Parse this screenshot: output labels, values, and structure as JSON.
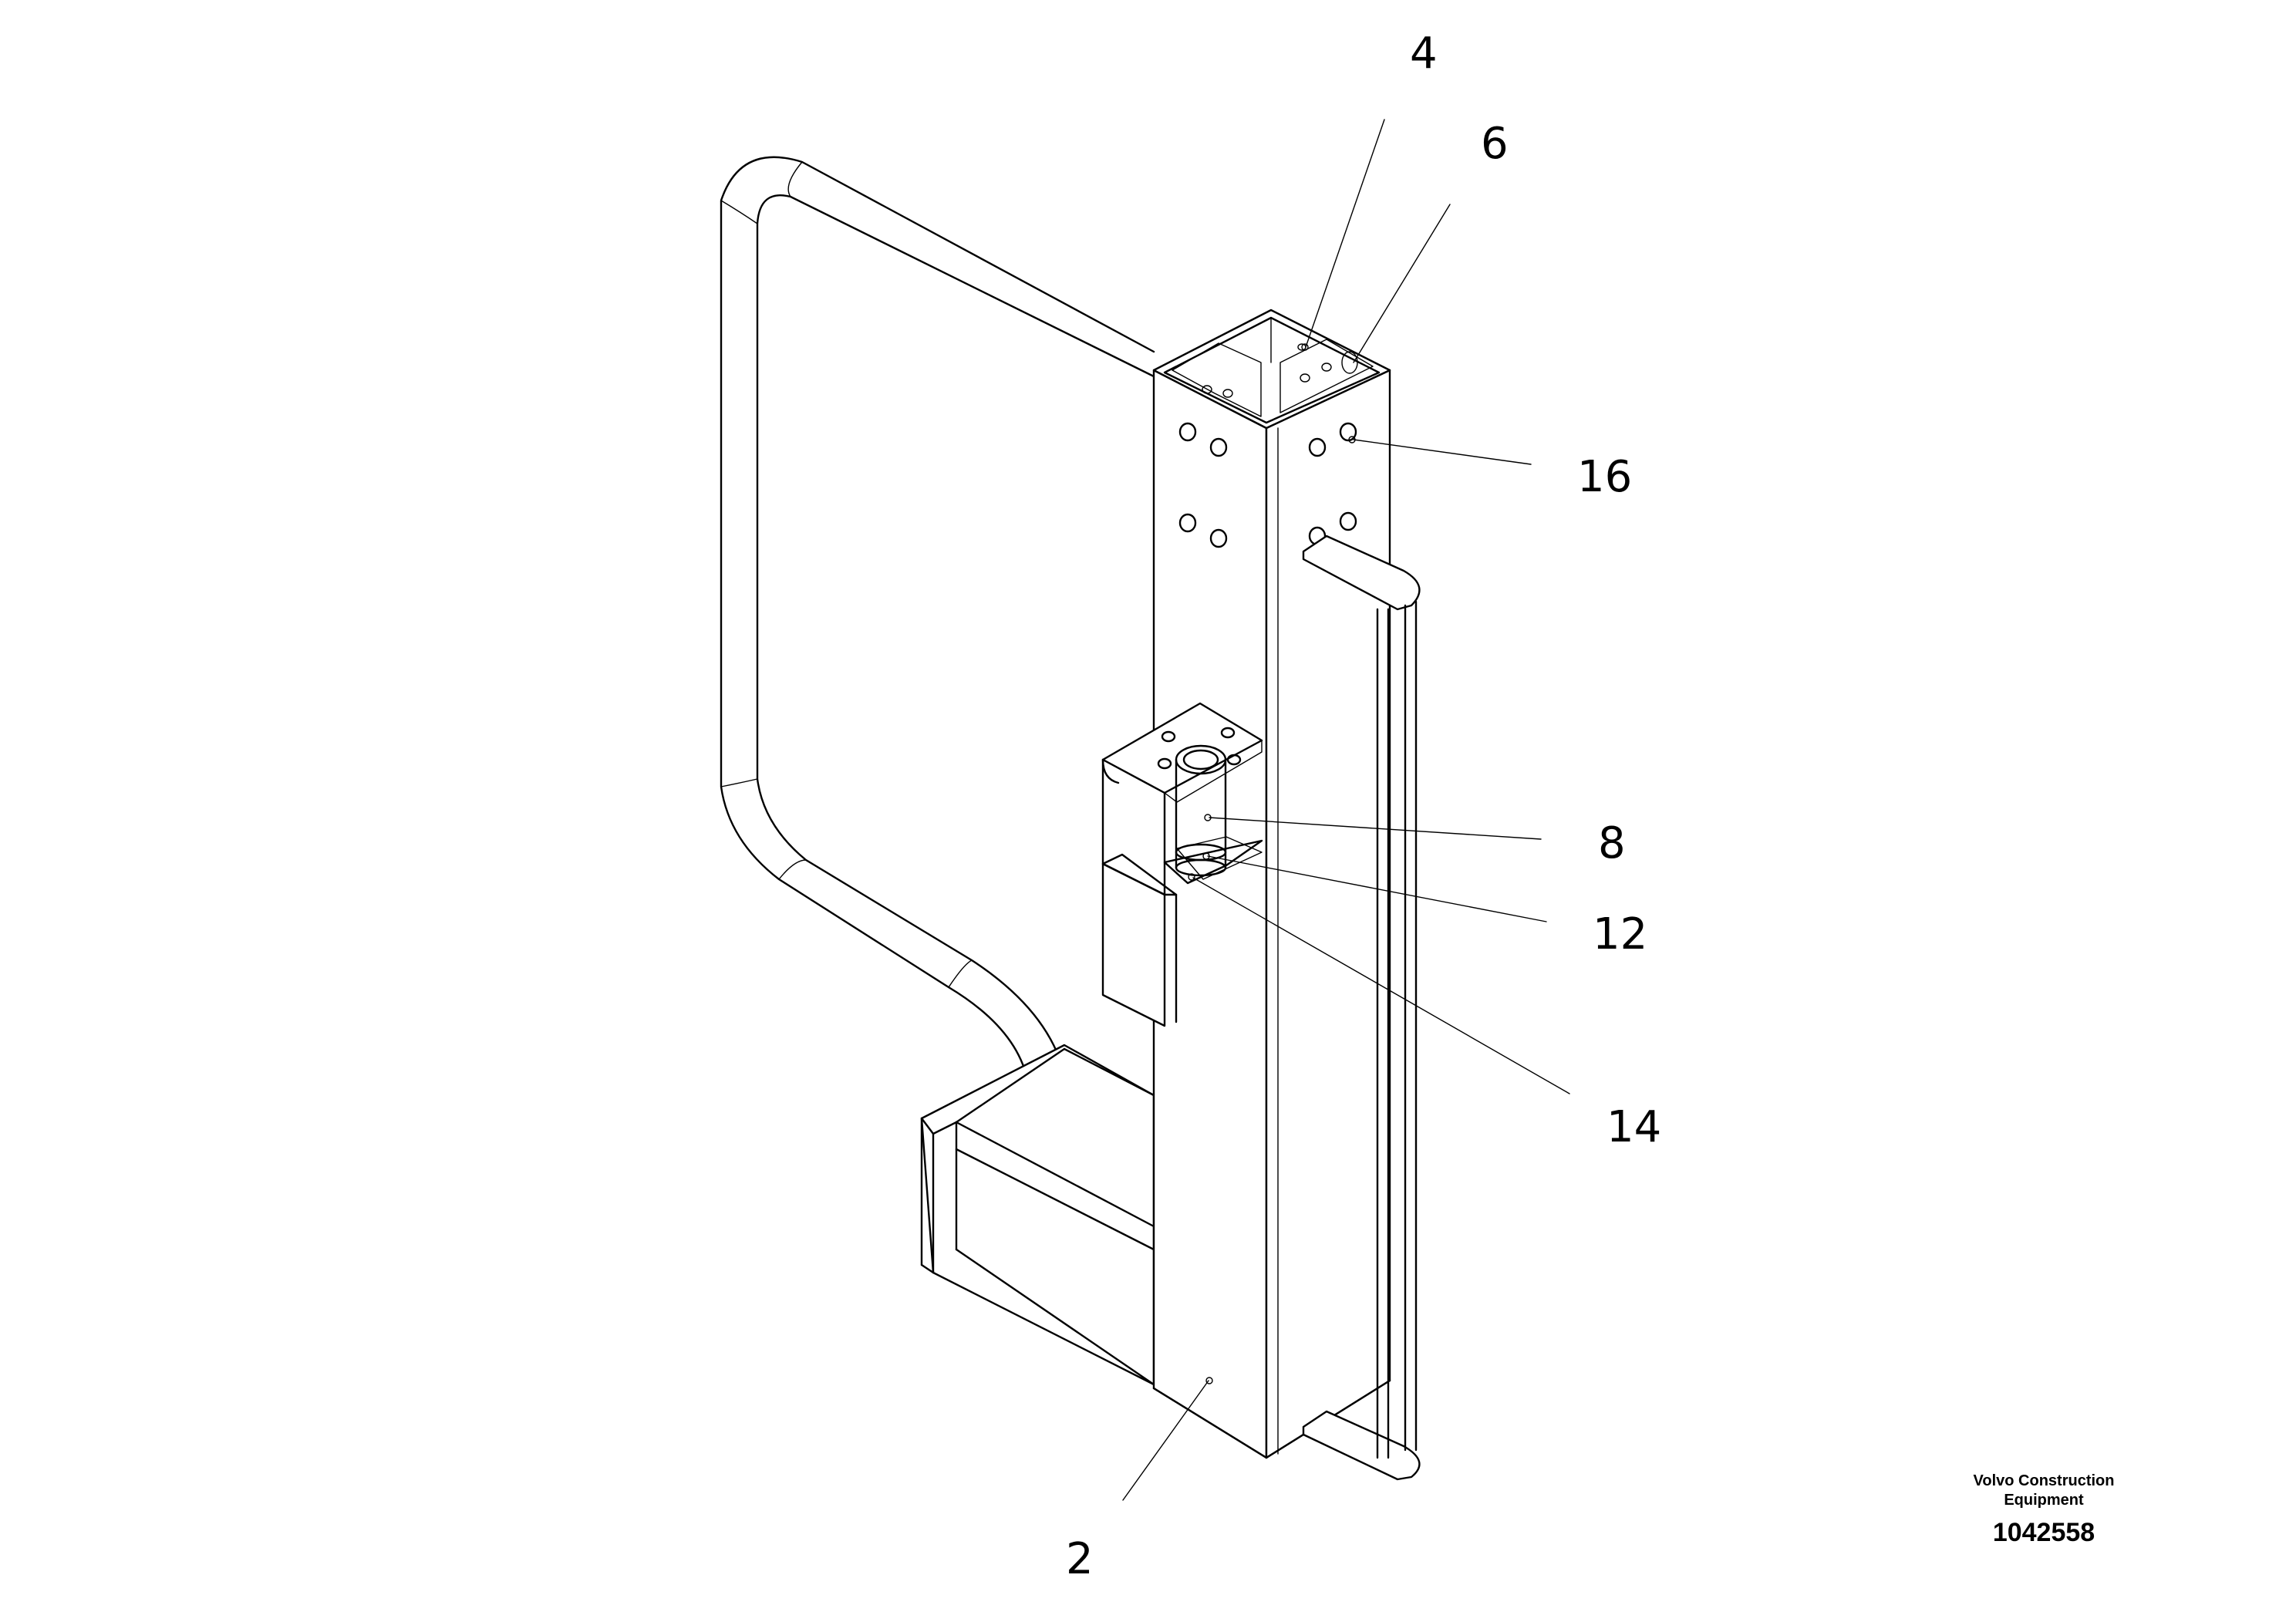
{
  "callouts": [
    {
      "number": "4"
    },
    {
      "number": "6"
    },
    {
      "number": "16"
    },
    {
      "number": "8"
    },
    {
      "number": "12"
    },
    {
      "number": "14"
    },
    {
      "number": "2"
    }
  ],
  "footer": {
    "brand_line1": "Volvo Construction",
    "brand_line2": "Equipment",
    "document_number": "1042558"
  }
}
